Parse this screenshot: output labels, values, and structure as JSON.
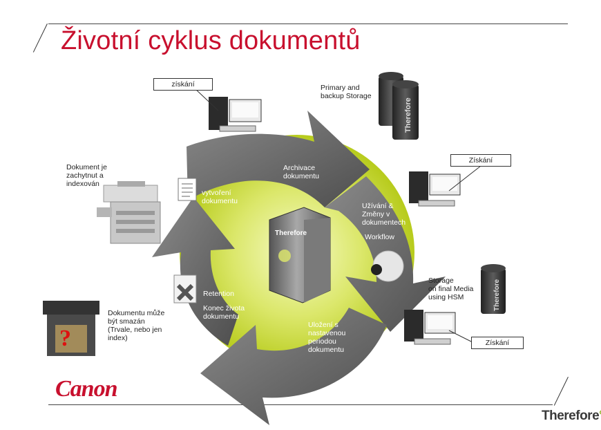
{
  "title": "Životní cyklus dokumentů",
  "labels": {
    "ziskani_top": "získání",
    "primary_storage": [
      "Primary and",
      "backup Storage"
    ],
    "ziskani_right": "Získání",
    "archivace": [
      "Archivace",
      "dokumentu"
    ],
    "dokument_zachycen": [
      "Dokument je",
      "zachytnut a",
      "indexován"
    ],
    "vytvoreni": [
      "vytvoření",
      "dokumentu"
    ],
    "uzivani": [
      "Užívání &",
      "Změny v",
      "dokumentech"
    ],
    "workflow": "Workflow",
    "storage_final": [
      "Storage",
      "on final Media",
      "using HSM"
    ],
    "retention": "Retention",
    "konec": [
      "Konec života",
      "dokumentu"
    ],
    "smazan": [
      "Dokumentu může",
      "být smazán",
      "(Trvale, nebo jen",
      "index)"
    ],
    "ulozeni": [
      "Uložení s",
      "nastavenou",
      "periodou",
      "dokumentu"
    ],
    "ziskani_bottom": "Získání"
  },
  "logos": {
    "canon": "Canon",
    "therefore": "Therefore",
    "therefore_accent": "°"
  },
  "colors": {
    "title": "#c8102e",
    "arrow": "#6b6b6b",
    "arrow_dark": "#4a4a4a",
    "ring_green": "#c9d930",
    "center_green": "#eef4a8",
    "brand_green": "#8cb21f"
  }
}
